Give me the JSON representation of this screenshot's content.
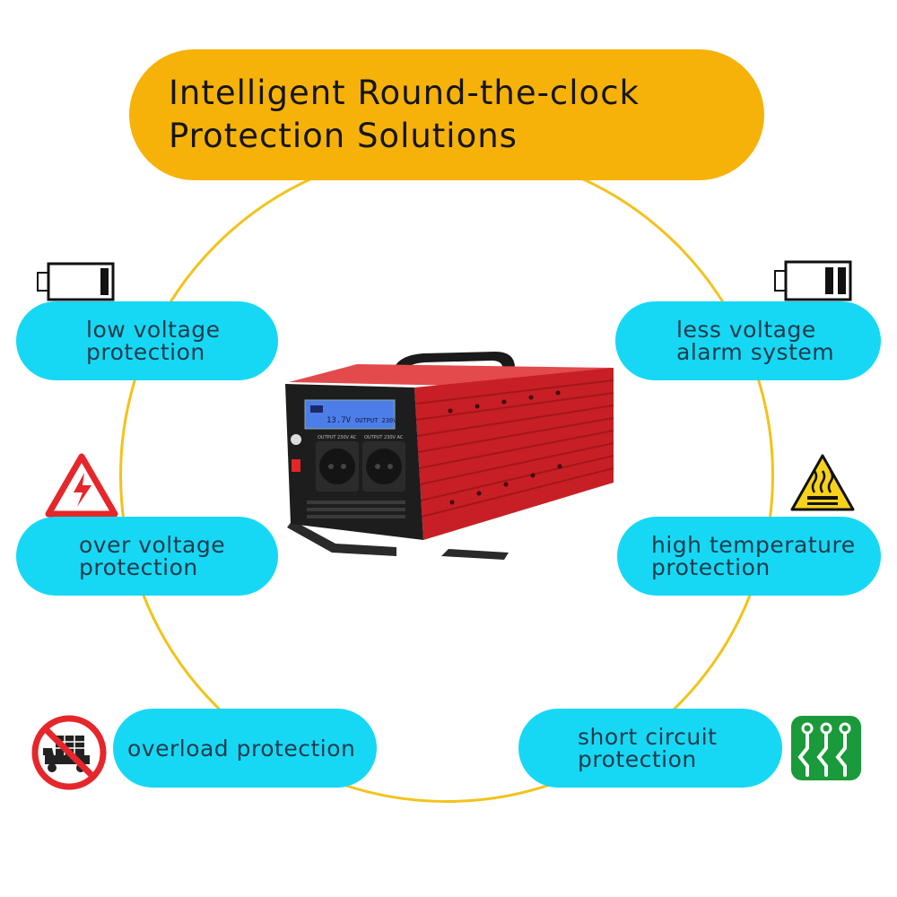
{
  "title": "Intelligent Round-the-clock\nProtection Solutions",
  "features": {
    "low_voltage": "low voltage\nprotection",
    "less_voltage_alarm": "less voltage\nalarm system",
    "over_voltage": "over voltage\nprotection",
    "high_temperature": "high temperature\nprotection",
    "overload": "overload protection",
    "short_circuit": "short circuit\nprotection"
  },
  "product": {
    "lcd_left": "13.7V",
    "lcd_right": "OUTPUT 230V",
    "label_left": "OUTPUT 230V AC",
    "label_right": "OUTPUT 230V AC"
  },
  "colors": {
    "banner": "#f6b208",
    "pill": "#16d8f4",
    "ring": "#f3c21b",
    "housing": "#d42a2d",
    "warning_red": "#e5262a",
    "circuit_green": "#1a9a3a"
  },
  "icons": [
    "battery-low-icon",
    "battery-half-icon",
    "high-voltage-warning-icon",
    "hot-surface-warning-icon",
    "no-overload-truck-icon",
    "circuit-board-icon"
  ]
}
